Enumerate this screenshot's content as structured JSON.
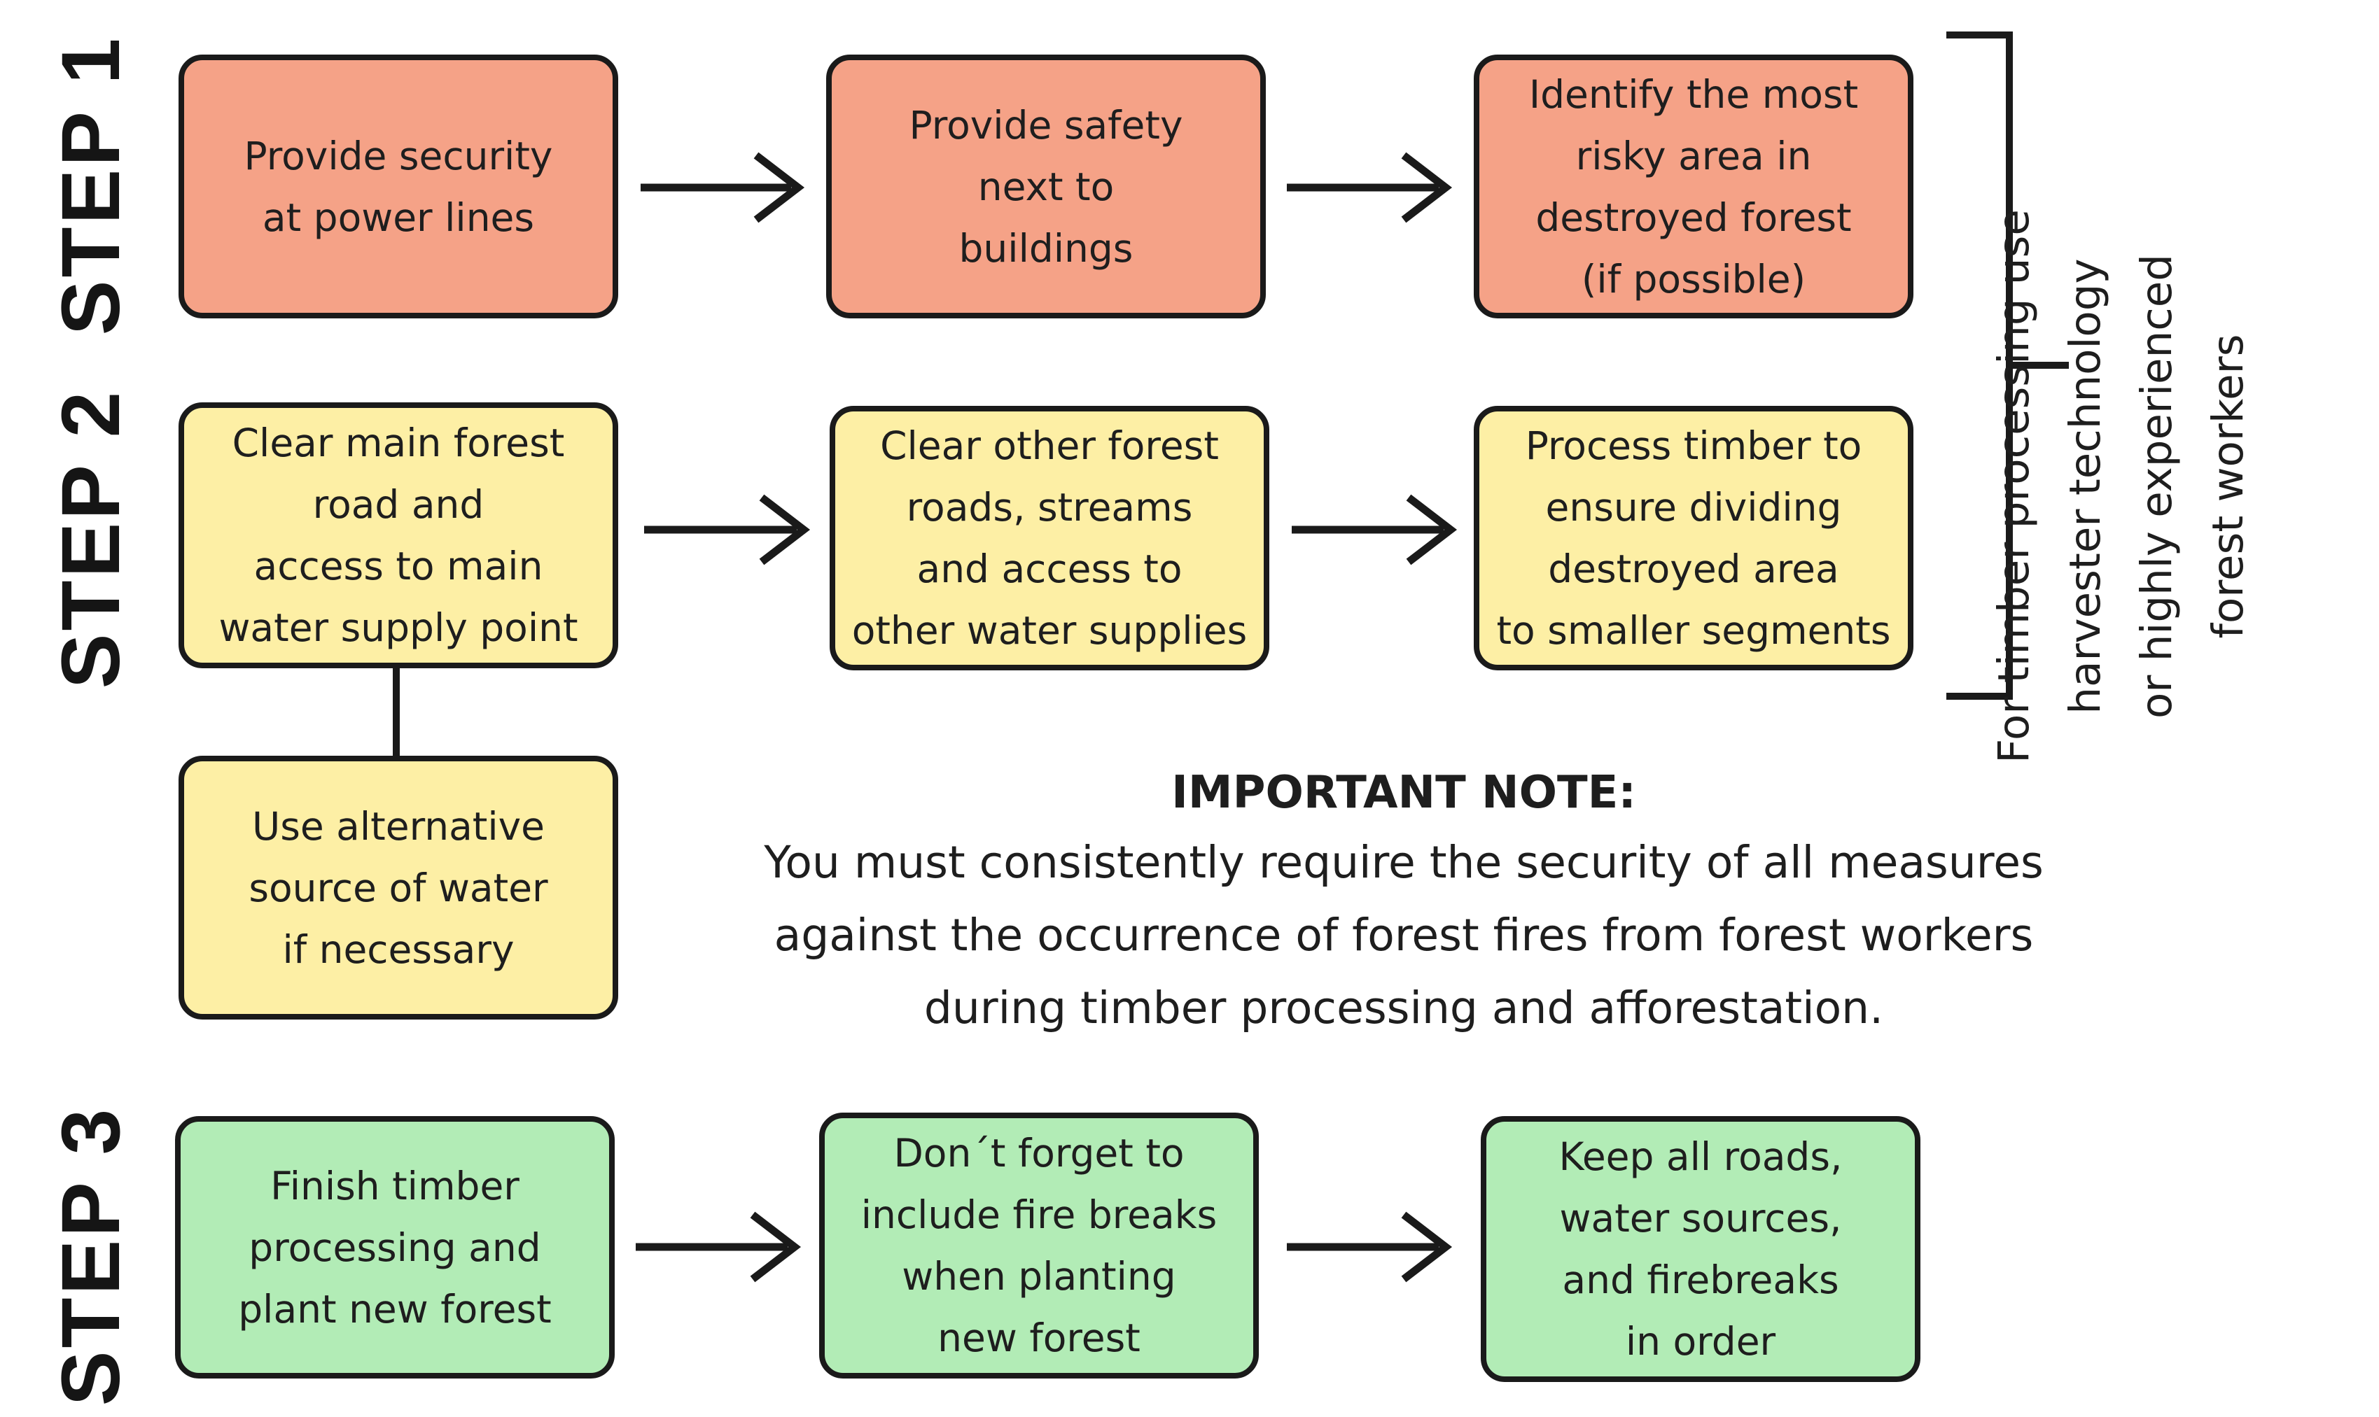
{
  "steps": {
    "step1": {
      "label": "STEP 1",
      "boxes": [
        "Provide security\nat power lines",
        "Provide safety\nnext to\nbuildings",
        "Identify the most\nrisky area in\ndestroyed forest\n(if possible)"
      ]
    },
    "step2": {
      "label": "STEP 2",
      "boxes": [
        "Clear main forest\nroad and\naccess to main\nwater supply point",
        "Clear other forest\nroads, streams\nand access to\nother water supplies",
        "Process timber to\nensure dividing\ndestroyed area\nto smaller segments"
      ],
      "branch": "Use alternative\nsource of water\nif necessary"
    },
    "step3": {
      "label": "STEP 3",
      "boxes": [
        "Finish timber\nprocessing and\nplant new forest",
        "Don´t forget to\ninclude fire breaks\nwhen planting\nnew forest",
        "Keep all roads,\nwater sources,\nand firebreaks\nin order"
      ]
    }
  },
  "note": {
    "title": "IMPORTANT NOTE:",
    "body": "You must consistently require the security of all measures\nagainst the occurrence of forest fires from forest workers\nduring timber processing and afforestation."
  },
  "bracket_note": "For timber processing use\nharvester technology\nor highly experienced\nforest workers",
  "colors": {
    "step1": "#f5a287",
    "step2": "#fdefa5",
    "step3": "#b2ecb6",
    "stroke": "#1a1a1a"
  }
}
